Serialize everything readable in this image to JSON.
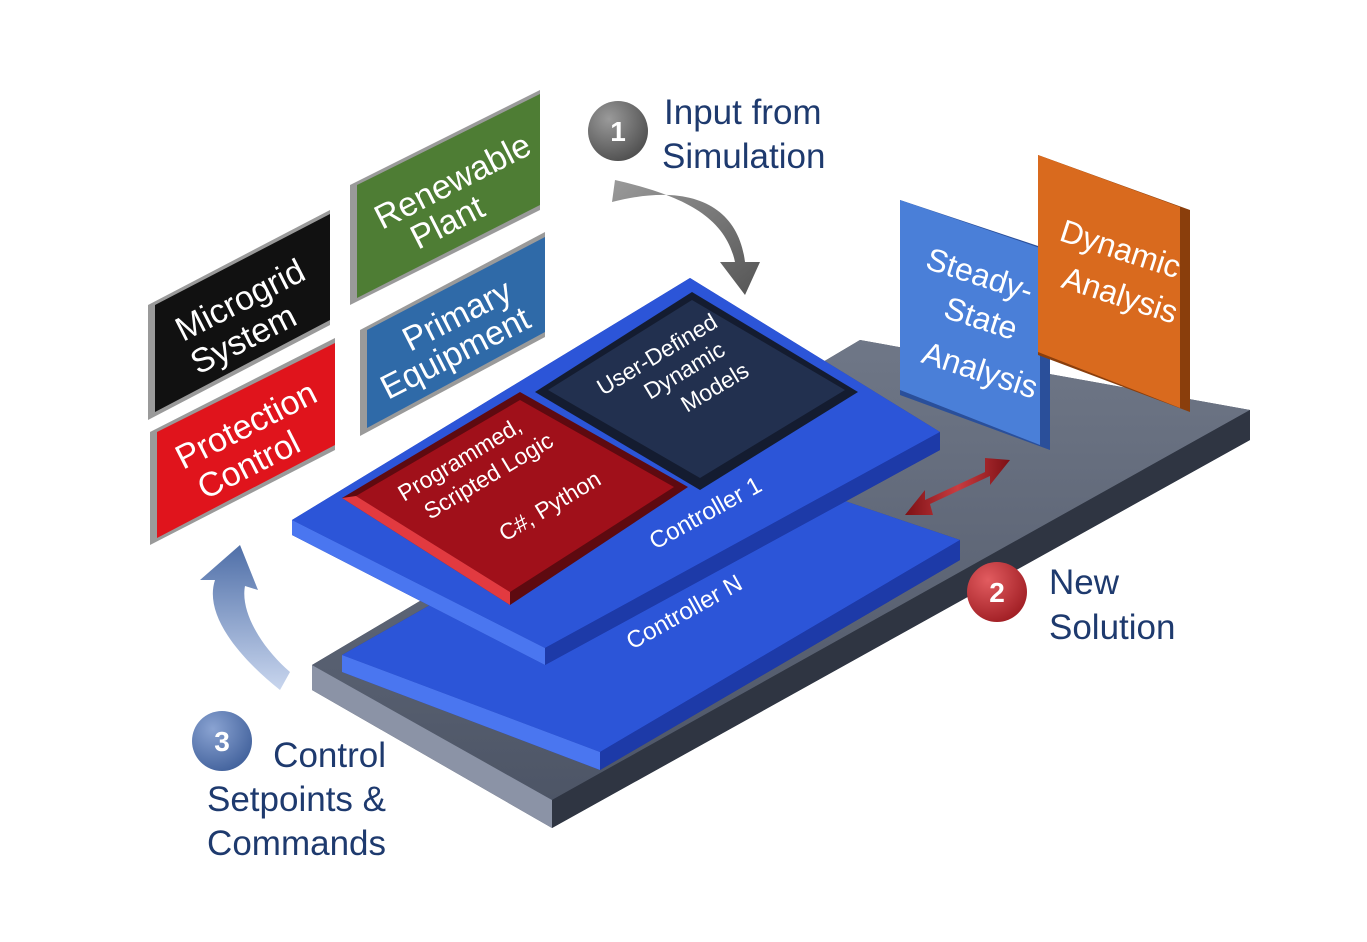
{
  "steps": {
    "step1": {
      "number": "1",
      "line1": "Input from",
      "line2": "Simulation",
      "badge_color": "#6d6d6d"
    },
    "step2": {
      "number": "2",
      "line1": "New",
      "line2": "Solution",
      "badge_color": "#c0282f"
    },
    "step3": {
      "number": "3",
      "line1": "Control",
      "line2": "Setpoints &",
      "line3": "Commands",
      "badge_color": "#5b79b3"
    }
  },
  "tiles": {
    "microgrid": {
      "line1": "Microgrid",
      "line2": "System",
      "color": "#111111"
    },
    "renewable": {
      "line1": "Renewable",
      "line2": "Plant",
      "color": "#4e7d34"
    },
    "primary": {
      "line1": "Primary",
      "line2": "Equipment",
      "color": "#2f6aa8"
    },
    "protection": {
      "line1": "Protection",
      "line2": "Control",
      "color": "#e0141c"
    }
  },
  "analysis": {
    "steady": {
      "line1": "Steady-",
      "line2": "State",
      "line3": "Analysis",
      "color": "#4a7fd8"
    },
    "dynamic": {
      "line1": "Dynamic",
      "line2": "Analysis",
      "color": "#d96a1e"
    }
  },
  "controllers": {
    "controller1": "Controller 1",
    "controllerN": "Controller N",
    "color": "#2c55d8"
  },
  "chips": {
    "scripted": {
      "line1": "Programmed,",
      "line2": "Scripted Logic",
      "line3": "C#, Python",
      "color": "#a0101a"
    },
    "models": {
      "line1": "User-Defined",
      "line2": "Dynamic",
      "line3": "Models",
      "color": "#22304f"
    }
  }
}
